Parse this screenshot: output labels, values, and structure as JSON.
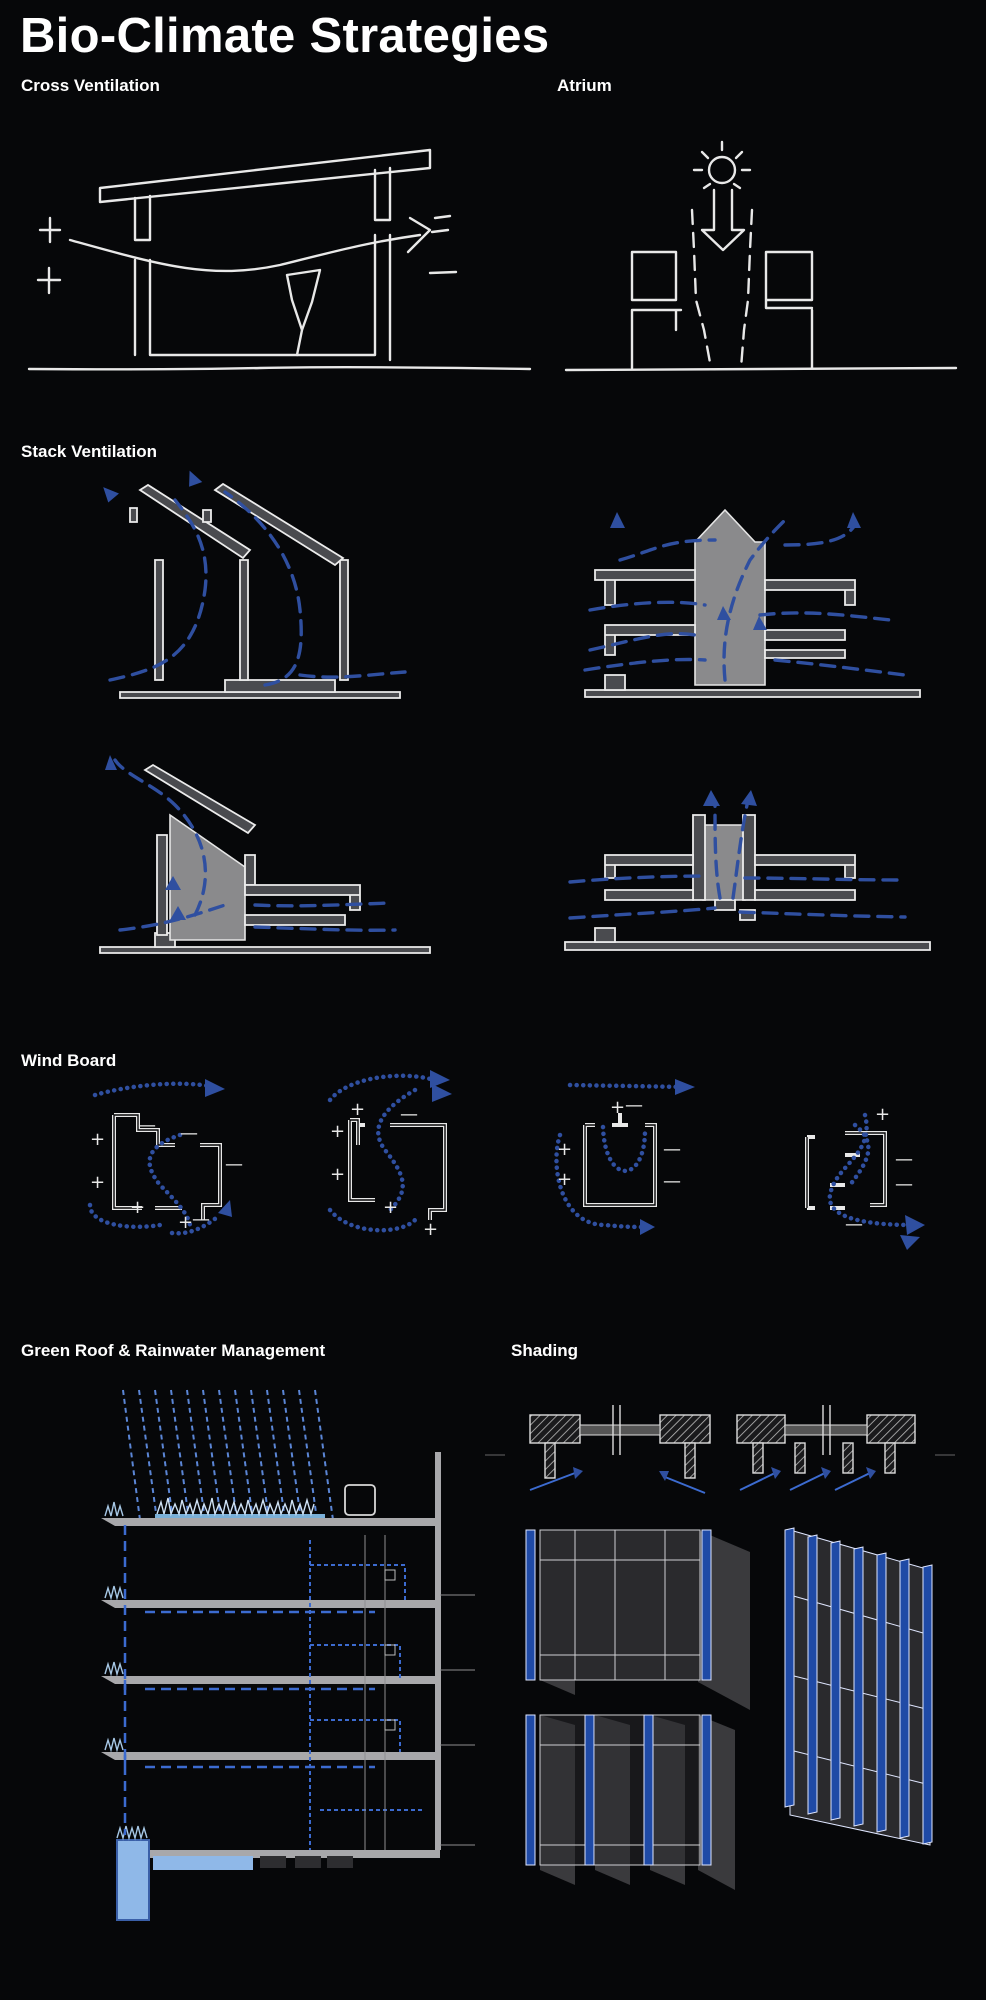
{
  "title": "Bio-Climate Strategies",
  "sections": {
    "cross_ventilation": "Cross Ventilation",
    "atrium": "Atrium",
    "stack_ventilation": "Stack Ventilation",
    "wind_board": "Wind Board",
    "green_roof": "Green Roof & Rainwater Management",
    "shading": "Shading"
  },
  "pressure_signs": {
    "plus": "+",
    "minus": "—"
  },
  "colors": {
    "background": "#060709",
    "airflow": "#2f4fa0",
    "water": "#5b86d6",
    "fin": "#1f4aa6"
  }
}
